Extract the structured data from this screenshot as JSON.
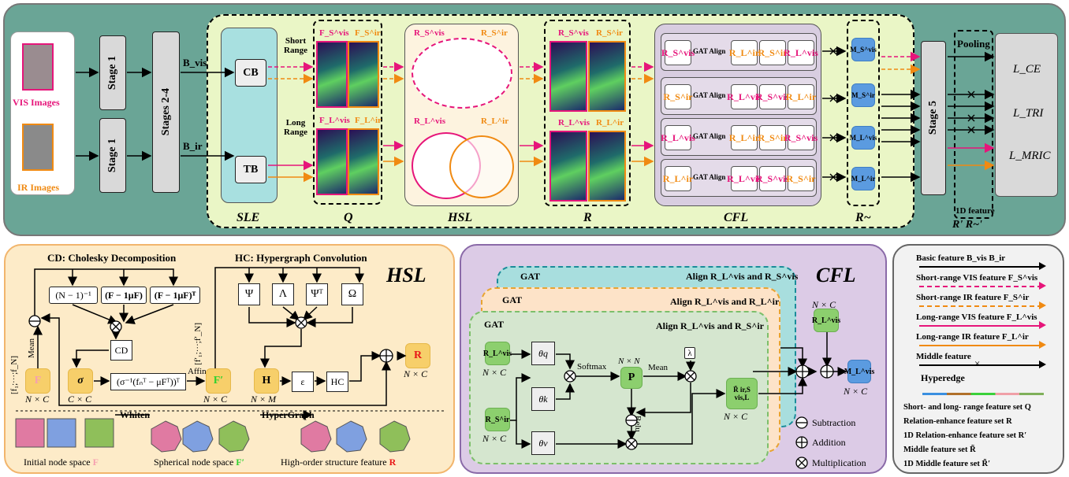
{
  "top": {
    "vis_images": "VIS Images",
    "ir_images": "IR Images",
    "stage1": "Stage 1",
    "stages24": "Stages 2-4",
    "b_vis": "B_vis",
    "b_ir": "B_ir",
    "cb": "CB",
    "tb": "TB",
    "short_range": "Short Range",
    "long_range": "Long Range",
    "f_s_vis": "F_S^vis",
    "f_s_ir": "F_S^ir",
    "f_l_vis": "F_L^vis",
    "f_l_ir": "F_L^ir",
    "r_s_vis": "R_S^vis",
    "r_s_ir": "R_S^ir",
    "r_l_vis": "R_L^vis",
    "r_l_ir": "R_L^ir",
    "gat_align": "GAT Align",
    "cfl_rows": [
      {
        "left": "R_S^vis",
        "cells": [
          "R_L^ir",
          "R_S^ir",
          "R_L^vis"
        ]
      },
      {
        "left": "R_S^ir",
        "cells": [
          "R_L^vis",
          "R_S^vis",
          "R_L^ir"
        ]
      },
      {
        "left": "R_L^vis",
        "cells": [
          "R_L^ir",
          "R_S^ir",
          "R_S^vis"
        ]
      },
      {
        "left": "R_L^ir",
        "cells": [
          "R_L^vis",
          "R_S^vis",
          "R_S^ir"
        ]
      }
    ],
    "m": [
      "M_S^vis",
      "M_S^ir",
      "M_L^vis",
      "M_L^ir"
    ],
    "stage5": "Stage 5",
    "pooling": "Pooling",
    "feature_1d": "1D feature",
    "losses": [
      "L_CE",
      "L_TRI",
      "L_MRIC"
    ],
    "labels": {
      "sle": "SLE",
      "q": "Q",
      "hsl": "HSL",
      "r": "R",
      "cfl": "CFL",
      "r_tilde": "R~",
      "r_prime": "R' R~'"
    }
  },
  "hsl": {
    "title": "HSL",
    "cd_title": "CD: Cholesky Decomposition",
    "hc_title": "HC: Hypergraph Convolution",
    "terms": [
      "(N − 1)⁻¹",
      "(F − 1μF)",
      "(F − 1μF)ᵀ"
    ],
    "cd": "CD",
    "sigma": "σ",
    "affine_expr": "(σ⁻¹(fₙᵀ − μFᵀ))ᵀ",
    "affine": "Affine",
    "hc_ops": [
      "Ψ",
      "Λ",
      "Ψᵀ",
      "Ω"
    ],
    "h": "H",
    "eps": "ε",
    "hc": "HC",
    "r": "R",
    "f": "F",
    "f_prime": "F′",
    "mean": "Mean",
    "f_list": "[f₁;···;f_N]",
    "fp_list": "[f′₁;···;f′_N]",
    "dims": {
      "f": "N × C",
      "sigma": "C × C",
      "fp": "N × C",
      "h": "N × M",
      "r": "N × C"
    },
    "whiten": "Whiten",
    "hypergraph": "HyperGraph",
    "captions": [
      "Initial node space",
      "Spherical node space",
      "High-order structure feature"
    ],
    "caption_syms": [
      "F",
      "F′",
      "R"
    ]
  },
  "cfl": {
    "title": "CFL",
    "gat": "GAT",
    "aligns": [
      "Align R_L^vis and R_S^vis",
      "Align R_L^vis and R_L^ir",
      "Align R_L^vis and R_S^ir"
    ],
    "r_l_vis": "R_L^vis",
    "r_s_ir": "R_S^ir",
    "theta": [
      "θq",
      "θk",
      "θv"
    ],
    "softmax": "Softmax",
    "p": "P",
    "nn": "N × N",
    "mean": "Mean",
    "lambda": "λ",
    "relu": "Relu",
    "rbar": "R̄ ir,S vis,L",
    "nc": "N × C",
    "m_l_vis": "M_L^vis",
    "legend": [
      "Subtraction",
      "Addition",
      "Multiplication"
    ]
  },
  "legend": {
    "items": [
      {
        "label": "Basic feature  B_vis B_ir",
        "color": "#000000",
        "style": "solid"
      },
      {
        "label": "Short-range VIS feature F_S^vis",
        "color": "#e6157a",
        "style": "dashed"
      },
      {
        "label": "Short-range IR feature  F_S^ir",
        "color": "#f08a12",
        "style": "dashed"
      },
      {
        "label": "Long-range VIS feature F_L^vis",
        "color": "#e6157a",
        "style": "solid"
      },
      {
        "label": "Long-range IR feature  F_L^ir",
        "color": "#f08a12",
        "style": "solid"
      },
      {
        "label": "Middle  feature",
        "color": "#000000",
        "style": "cross"
      }
    ],
    "hyperedge": "Hyperedge",
    "sets": [
      "Short- and long- range feature set Q",
      "Relation-enhance feature set R",
      "1D Relation-enhance feature set R′",
      "Middle feature set R̃",
      "1D Middle feature set R̃′"
    ]
  },
  "colors": {
    "teal_panel": "#6aa596",
    "sle_bg": "#eaf6c6",
    "hsl_bg": "#fdebc8",
    "cfl_bg": "#dccbe6",
    "vis": "#e6157a",
    "ir": "#f08a12"
  }
}
